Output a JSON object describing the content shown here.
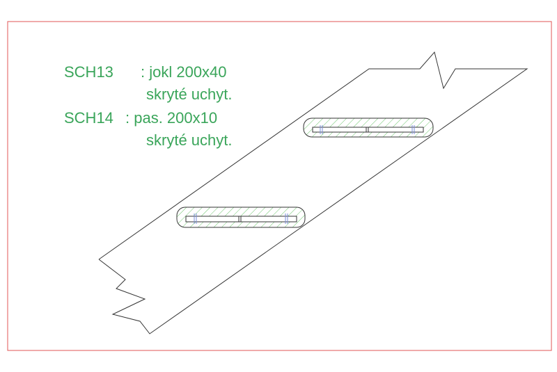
{
  "colors": {
    "frame": "#e05555",
    "outline": "#333333",
    "text": "#3aa55a",
    "hatch": "#6cc46c",
    "anchor": "#7a8fd8"
  },
  "notes": {
    "line1_code": "SCH13",
    "line1_desc": ": jokl 200x40",
    "line2": "skryté uchyt.",
    "line3_code": "SCH14",
    "line3_desc": ": pas. 200x10",
    "line4": "skryté uchyt."
  }
}
